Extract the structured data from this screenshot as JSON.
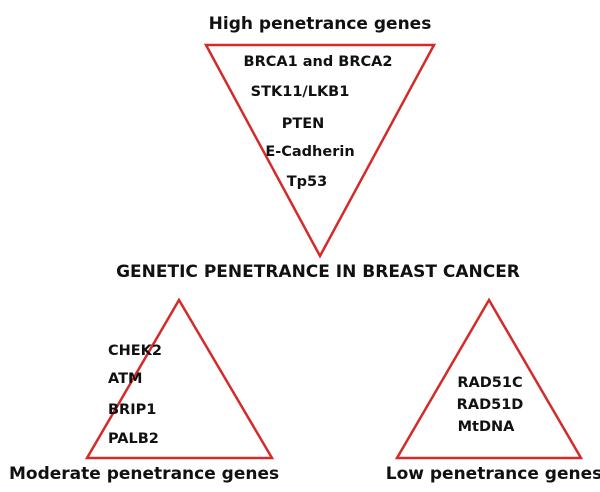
{
  "diagram": {
    "center_title": "GENETIC PENETRANCE IN BREAST CANCER",
    "accent_color": "#d42a2a",
    "groups": {
      "high": {
        "title": "High penetrance genes",
        "genes": [
          "BRCA1 and BRCA2",
          "STK11/LKB1",
          "PTEN",
          "E-Cadherin",
          "Tp53"
        ]
      },
      "moderate": {
        "title": "Moderate penetrance genes",
        "genes": [
          "CHEK2",
          "ATM",
          "BRIP1",
          "PALB2"
        ]
      },
      "low": {
        "title": "Low penetrance genes",
        "genes": [
          "RAD51C",
          "RAD51D",
          "MtDNA"
        ]
      }
    }
  }
}
